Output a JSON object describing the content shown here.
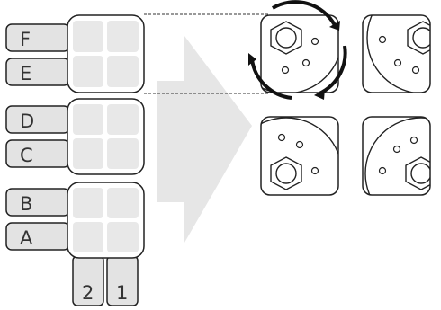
{
  "rows": [
    {
      "label": "F"
    },
    {
      "label": "E"
    },
    {
      "label": "D"
    },
    {
      "label": "C"
    },
    {
      "label": "B"
    },
    {
      "label": "A"
    }
  ],
  "columns": [
    {
      "label": "2"
    },
    {
      "label": "1"
    }
  ],
  "colors": {
    "stroke": "#222222",
    "label_fill": "#e3e3e3",
    "cell_fill": "#e8e8e8",
    "arrow_fill": "#e6e6e6",
    "bold_stroke": "#111111"
  },
  "icons": {
    "rotation": "rotation-arrows-icon",
    "cap": "bottle-cap-icon"
  }
}
